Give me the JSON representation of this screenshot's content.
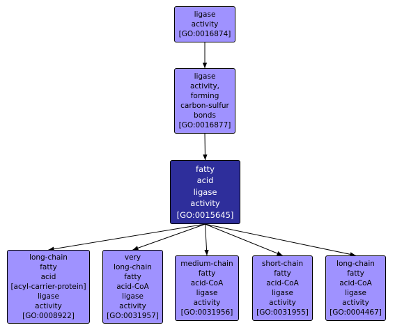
{
  "nodes": [
    {
      "key": "n16874",
      "lines": [
        "ligase",
        "activity",
        "[GO:0016874]"
      ]
    },
    {
      "key": "n16877",
      "lines": [
        "ligase",
        "activity,",
        "forming",
        "carbon-sulfur",
        "bonds",
        "[GO:0016877]"
      ]
    },
    {
      "key": "n15645",
      "lines": [
        "fatty",
        "acid",
        "ligase",
        "activity",
        "[GO:0015645]"
      ],
      "focus": true
    },
    {
      "key": "n8922",
      "lines": [
        "long-chain",
        "fatty",
        "acid",
        "[acyl-carrier-protein]",
        "ligase",
        "activity",
        "[GO:0008922]"
      ]
    },
    {
      "key": "n31957",
      "lines": [
        "very",
        "long-chain",
        "fatty",
        "acid-CoA",
        "ligase",
        "activity",
        "[GO:0031957]"
      ]
    },
    {
      "key": "n31956",
      "lines": [
        "medium-chain",
        "fatty",
        "acid-CoA",
        "ligase",
        "activity",
        "[GO:0031956]"
      ]
    },
    {
      "key": "n31955",
      "lines": [
        "short-chain",
        "fatty",
        "acid-CoA",
        "ligase",
        "activity",
        "[GO:0031955]"
      ]
    },
    {
      "key": "n4467",
      "lines": [
        "long-chain",
        "fatty",
        "acid-CoA",
        "ligase",
        "activity",
        "[GO:0004467]"
      ]
    }
  ],
  "edges": [
    {
      "from": "n16874",
      "to": "n16877"
    },
    {
      "from": "n16877",
      "to": "n15645"
    },
    {
      "from": "n15645",
      "to": "n8922"
    },
    {
      "from": "n15645",
      "to": "n31957"
    },
    {
      "from": "n15645",
      "to": "n31956"
    },
    {
      "from": "n15645",
      "to": "n31955"
    },
    {
      "from": "n15645",
      "to": "n4467"
    }
  ],
  "colors": {
    "node_fill": "#9f92ff",
    "focus_fill": "#2e2e9b",
    "border": "#000000",
    "edge": "#000000"
  }
}
